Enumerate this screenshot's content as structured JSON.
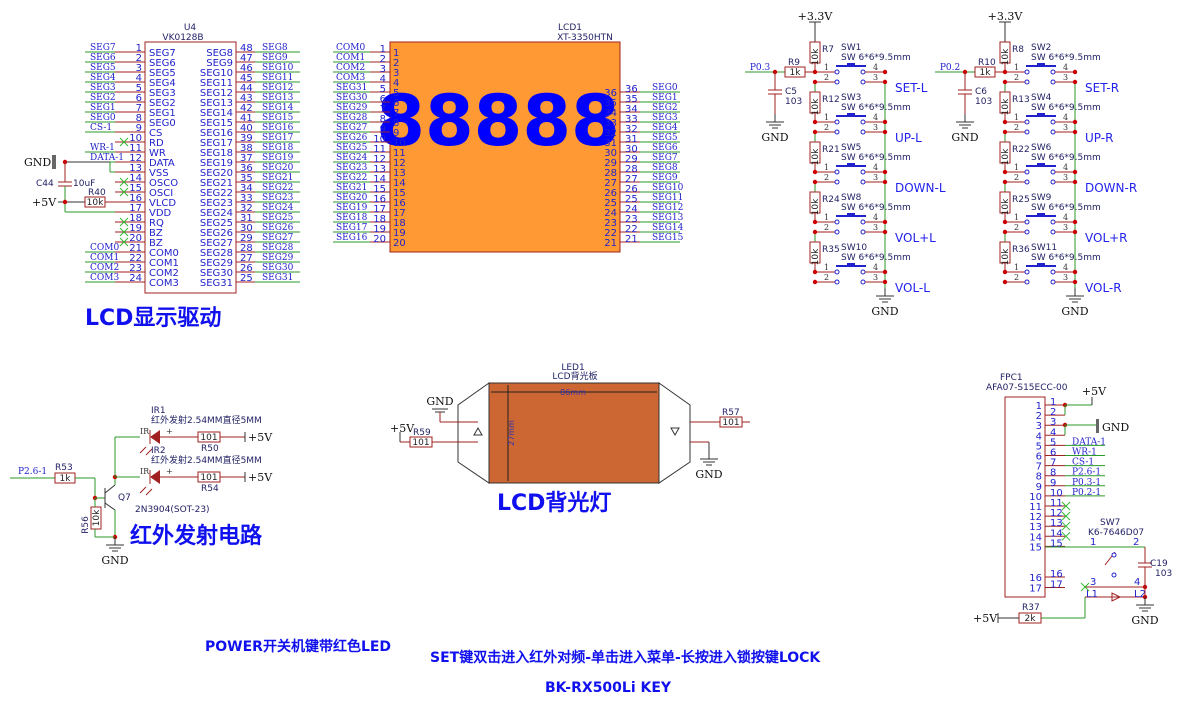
{
  "colors": {
    "wire": "#2a9a2a",
    "pin": "#a02020",
    "text": "#2222cc",
    "lcd_fill": "#ff9933",
    "backlight_fill": "#cc6633",
    "junction": "#cc0000"
  },
  "title": "LCD显示驱动",
  "u4": {
    "ref": "U4",
    "part": "VK0128B",
    "left_pins": [
      {
        "num": "1",
        "name": "SEG7",
        "net": "SEG7"
      },
      {
        "num": "2",
        "name": "SEG6",
        "net": "SEG6"
      },
      {
        "num": "3",
        "name": "SEG5",
        "net": "SEG5"
      },
      {
        "num": "4",
        "name": "SEG4",
        "net": "SEG4"
      },
      {
        "num": "5",
        "name": "SEG3",
        "net": "SEG3"
      },
      {
        "num": "6",
        "name": "SEG2",
        "net": "SEG2"
      },
      {
        "num": "7",
        "name": "SEG1",
        "net": "SEG1"
      },
      {
        "num": "8",
        "name": "SEG0",
        "net": "SEG0"
      },
      {
        "num": "9",
        "name": "CS",
        "net": "CS-1"
      },
      {
        "num": "10",
        "name": "RD",
        "net": ""
      },
      {
        "num": "11",
        "name": "WR",
        "net": "WR-1"
      },
      {
        "num": "12",
        "name": "DATA",
        "net": "DATA-1"
      },
      {
        "num": "13",
        "name": "VSS",
        "net": ""
      },
      {
        "num": "14",
        "name": "OSCO",
        "net": ""
      },
      {
        "num": "15",
        "name": "OSCI",
        "net": ""
      },
      {
        "num": "16",
        "name": "VLCD",
        "net": ""
      },
      {
        "num": "17",
        "name": "VDD",
        "net": ""
      },
      {
        "num": "18",
        "name": "RQ",
        "net": ""
      },
      {
        "num": "19",
        "name": "BZ",
        "net": ""
      },
      {
        "num": "20",
        "name": "BZ",
        "net": ""
      },
      {
        "num": "21",
        "name": "COM0",
        "net": "COM0"
      },
      {
        "num": "22",
        "name": "COM1",
        "net": "COM1"
      },
      {
        "num": "23",
        "name": "COM2",
        "net": "COM2"
      },
      {
        "num": "24",
        "name": "COM3",
        "net": "COM3"
      }
    ],
    "right_pins": [
      {
        "num": "48",
        "name": "SEG8",
        "net": "SEG8"
      },
      {
        "num": "47",
        "name": "SEG9",
        "net": "SEG9"
      },
      {
        "num": "46",
        "name": "SEG10",
        "net": "SEG10"
      },
      {
        "num": "45",
        "name": "SEG11",
        "net": "SEG11"
      },
      {
        "num": "44",
        "name": "SEG12",
        "net": "SEG12"
      },
      {
        "num": "43",
        "name": "SEG13",
        "net": "SEG13"
      },
      {
        "num": "42",
        "name": "SEG14",
        "net": "SEG14"
      },
      {
        "num": "41",
        "name": "SEG15",
        "net": "SEG15"
      },
      {
        "num": "40",
        "name": "SEG16",
        "net": "SEG16"
      },
      {
        "num": "39",
        "name": "SEG17",
        "net": "SEG17"
      },
      {
        "num": "38",
        "name": "SEG18",
        "net": "SEG18"
      },
      {
        "num": "37",
        "name": "SEG19",
        "net": "SEG19"
      },
      {
        "num": "36",
        "name": "SEG20",
        "net": "SEG20"
      },
      {
        "num": "35",
        "name": "SEG21",
        "net": "SEG21"
      },
      {
        "num": "34",
        "name": "SEG22",
        "net": "SEG22"
      },
      {
        "num": "33",
        "name": "SEG23",
        "net": "SEG23"
      },
      {
        "num": "32",
        "name": "SEG24",
        "net": "SEG24"
      },
      {
        "num": "31",
        "name": "SEG25",
        "net": "SEG25"
      },
      {
        "num": "30",
        "name": "SEG26",
        "net": "SEG26"
      },
      {
        "num": "29",
        "name": "SEG27",
        "net": "SEG27"
      },
      {
        "num": "28",
        "name": "SEG28",
        "net": "SEG28"
      },
      {
        "num": "27",
        "name": "SEG29",
        "net": "SEG29"
      },
      {
        "num": "26",
        "name": "SEG30",
        "net": "SEG30"
      },
      {
        "num": "25",
        "name": "SEG31",
        "net": "SEG31"
      }
    ],
    "gnd": "GND",
    "c44": "C44",
    "c44_val": "10uF",
    "r40": "R40",
    "r40_val": "10k",
    "vcc": "+5V"
  },
  "lcd1": {
    "ref": "LCD1",
    "part": "XT-3350HTN",
    "digits": "88888",
    "left_pins": [
      {
        "num": "1",
        "net": "COM0"
      },
      {
        "num": "2",
        "net": "COM1"
      },
      {
        "num": "3",
        "net": "COM2"
      },
      {
        "num": "4",
        "net": "COM3"
      },
      {
        "num": "5",
        "net": "SEG31"
      },
      {
        "num": "6",
        "net": "SEG30"
      },
      {
        "num": "7",
        "net": "SEG29"
      },
      {
        "num": "8",
        "net": "SEG28"
      },
      {
        "num": "9",
        "net": "SEG27"
      },
      {
        "num": "10",
        "net": "SEG26"
      },
      {
        "num": "11",
        "net": "SEG25"
      },
      {
        "num": "12",
        "net": "SEG24"
      },
      {
        "num": "13",
        "net": "SEG23"
      },
      {
        "num": "14",
        "net": "SEG22"
      },
      {
        "num": "15",
        "net": "SEG21"
      },
      {
        "num": "16",
        "net": "SEG20"
      },
      {
        "num": "17",
        "net": "SEG19"
      },
      {
        "num": "18",
        "net": "SEG18"
      },
      {
        "num": "19",
        "net": "SEG17"
      },
      {
        "num": "20",
        "net": "SEG16"
      }
    ],
    "right_pins": [
      {
        "num": "36",
        "net": "SEG0"
      },
      {
        "num": "35",
        "net": "SEG1"
      },
      {
        "num": "34",
        "net": "SEG2"
      },
      {
        "num": "33",
        "net": "SEG3"
      },
      {
        "num": "32",
        "net": "SEG4"
      },
      {
        "num": "31",
        "net": "SEG5"
      },
      {
        "num": "30",
        "net": "SEG6"
      },
      {
        "num": "29",
        "net": "SEG7"
      },
      {
        "num": "28",
        "net": "SEG8"
      },
      {
        "num": "27",
        "net": "SEG9"
      },
      {
        "num": "26",
        "net": "SEG10"
      },
      {
        "num": "25",
        "net": "SEG11"
      },
      {
        "num": "24",
        "net": "SEG12"
      },
      {
        "num": "23",
        "net": "SEG13"
      },
      {
        "num": "22",
        "net": "SEG14"
      },
      {
        "num": "21",
        "net": "SEG15"
      }
    ]
  },
  "keys": {
    "switch_type": "SW 6*6*9.5mm",
    "pin_labels": [
      "1",
      "2",
      "3",
      "4"
    ],
    "res_val": "10k",
    "cap_val": "103",
    "series_res_val": "1k",
    "vcc": "+3.3V",
    "gnd": "GND",
    "blocks": [
      {
        "net": "P0.3",
        "top_res": "R7",
        "series_res": "R9",
        "cap": "C5",
        "rows": [
          {
            "res": "R7",
            "sw": "SW1",
            "label": "SET-L"
          },
          {
            "res": "R12",
            "sw": "SW3",
            "label": "UP-L"
          },
          {
            "res": "R21",
            "sw": "SW5",
            "label": "DOWN-L"
          },
          {
            "res": "R24",
            "sw": "SW8",
            "label": "VOL+L"
          },
          {
            "res": "R35",
            "sw": "SW10",
            "label": "VOL-L"
          }
        ]
      },
      {
        "net": "P0.2",
        "top_res": "R8",
        "series_res": "R10",
        "cap": "C6",
        "rows": [
          {
            "res": "R8",
            "sw": "SW2",
            "label": "SET-R"
          },
          {
            "res": "R13",
            "sw": "SW4",
            "label": "UP-R"
          },
          {
            "res": "R22",
            "sw": "SW6",
            "label": "DOWN-R"
          },
          {
            "res": "R25",
            "sw": "SW9",
            "label": "VOL+R"
          },
          {
            "res": "R36",
            "sw": "SW11",
            "label": "VOL-R"
          }
        ]
      }
    ]
  },
  "ir": {
    "title": "红外发射电路",
    "net": "P2.6-1",
    "r53": "R53",
    "r53_val": "1k",
    "r56": "R56",
    "r56_val": "10k",
    "q7": "Q7",
    "q7_part": "2N3904(SOT-23)",
    "gnd": "GND",
    "leds": [
      {
        "ref": "IR1",
        "desc": "红外发射2.54MM直径5MM",
        "res": "R50",
        "res_val": "101",
        "vcc": "+5V",
        "mark": "IR",
        "plus": "+"
      },
      {
        "ref": "IR2",
        "desc": "红外发射2.54MM直径5MM",
        "res": "R54",
        "res_val": "101",
        "vcc": "+5V",
        "mark": "IR",
        "plus": "+"
      }
    ]
  },
  "backlight": {
    "title": "LCD背光灯",
    "ref": "LED1",
    "part": "LCD背光板",
    "width": "86mm",
    "height": "27mm",
    "gnd_left": "GND",
    "vcc": "+5V",
    "r59": "R59",
    "r59_val": "101",
    "r57": "R57",
    "r57_val": "101",
    "gnd_right": "GND"
  },
  "fpc": {
    "ref": "FPC1",
    "part": "AFA07-S15ECC-00",
    "vcc": "+5V",
    "gnd": "GND",
    "pins": [
      {
        "num": "1",
        "net": ""
      },
      {
        "num": "2",
        "net": ""
      },
      {
        "num": "3",
        "net": ""
      },
      {
        "num": "4",
        "net": ""
      },
      {
        "num": "5",
        "net": "DATA-1"
      },
      {
        "num": "6",
        "net": "WR-1"
      },
      {
        "num": "7",
        "net": "CS-1"
      },
      {
        "num": "8",
        "net": "P2.6-1"
      },
      {
        "num": "9",
        "net": "P0.3-1"
      },
      {
        "num": "10",
        "net": "P0.2-1"
      },
      {
        "num": "11",
        "net": ""
      },
      {
        "num": "12",
        "net": ""
      },
      {
        "num": "13",
        "net": ""
      },
      {
        "num": "14",
        "net": ""
      },
      {
        "num": "15",
        "net": ""
      },
      {
        "num": "16",
        "net": ""
      },
      {
        "num": "17",
        "net": ""
      }
    ],
    "sw7": "SW7",
    "sw7_part": "K6-7646D07",
    "sw7_pins": [
      "1",
      "2",
      "3",
      "4",
      "L1",
      "L2"
    ],
    "c19": "C19",
    "c19_val": "103",
    "r37": "R37",
    "r37_val": "2k",
    "r37_vcc": "+5V",
    "gnd2": "GND"
  },
  "notes": {
    "power": "POWER开关机键带红色LED",
    "set": "SET键双击进入红外对频-单击进入菜单-长按进入锁按键LOCK",
    "model": "BK-RX500Li KEY"
  }
}
